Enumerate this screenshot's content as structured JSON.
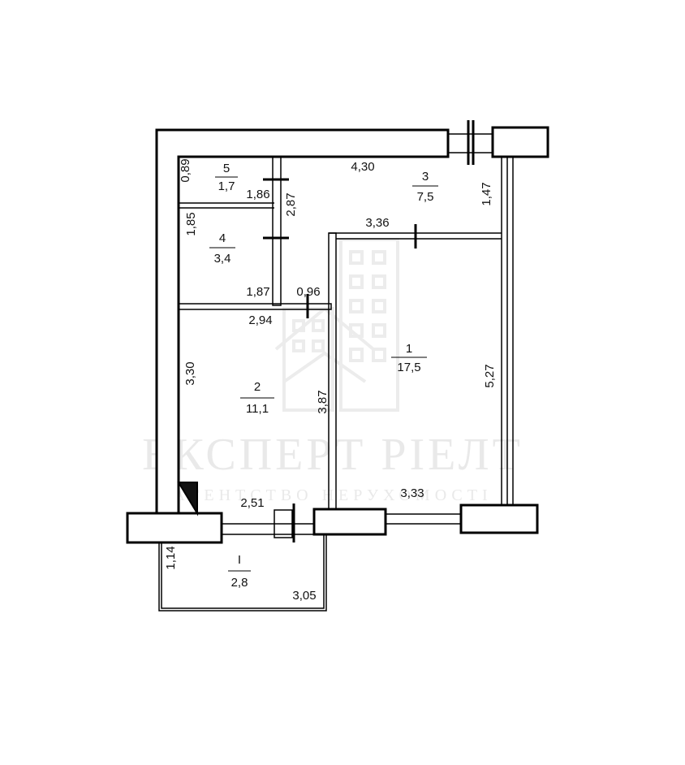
{
  "watermark": {
    "brand": "ЕКСПЕРТ РІЕЛТ",
    "tagline": "АГЕНТСТВО НЕРУХОМОСТІ"
  },
  "rooms": [
    {
      "number": "5",
      "area": "1,7"
    },
    {
      "number": "3",
      "area": "7,5"
    },
    {
      "number": "4",
      "area": "3,4"
    },
    {
      "number": "1",
      "area": "17,5"
    },
    {
      "number": "2",
      "area": "11,1"
    },
    {
      "number": "I",
      "area": "2,8"
    }
  ],
  "dimensions": {
    "d089": "0,89",
    "d430": "4,30",
    "d147": "1,47",
    "d186": "1,86",
    "d287": "2,87",
    "d185": "1,85",
    "d336": "3,36",
    "d187": "1,87",
    "d096": "0,96",
    "d294": "2,94",
    "d330": "3,30",
    "d387": "3,87",
    "d527": "5,27",
    "d251": "2,51",
    "d333": "3,33",
    "d114": "1,14",
    "d305": "3,05"
  }
}
